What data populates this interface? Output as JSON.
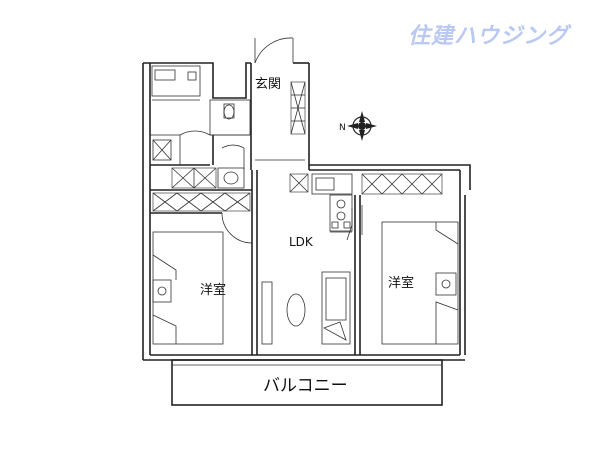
{
  "brand": {
    "logo_text": "住建ハウジング",
    "logo_color": "#b9c9f2"
  },
  "rooms": {
    "entrance": "玄関",
    "ldk": "LDK",
    "bedroom_left": "洋室",
    "bedroom_right": "洋室",
    "balcony": "バルコニー"
  },
  "compass": {
    "north_label": "N"
  }
}
